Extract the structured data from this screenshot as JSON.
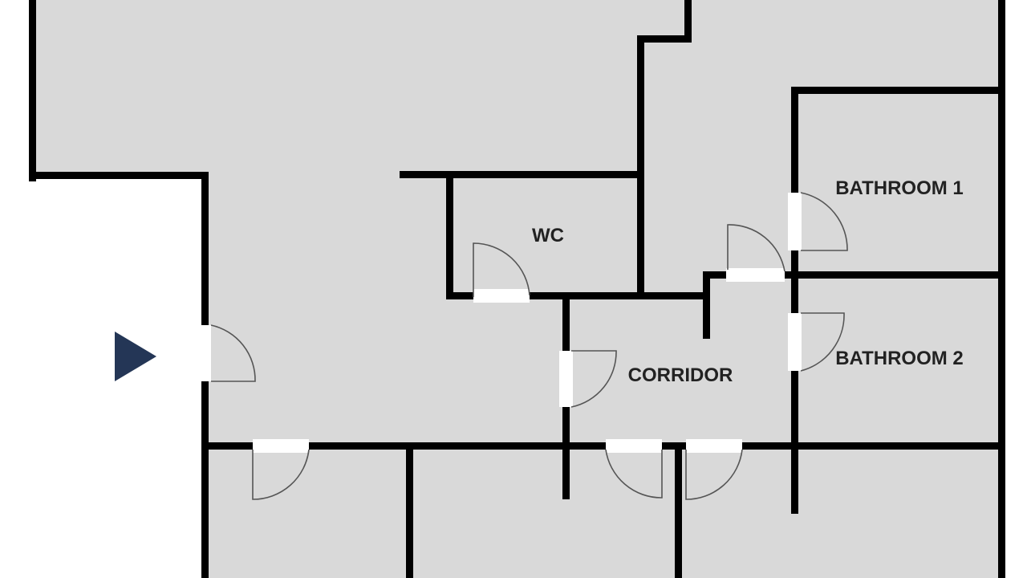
{
  "rooms": {
    "wc": "WC",
    "bathroom1": "BATHROOM 1",
    "bathroom2": "BATHROOM 2",
    "corridor": "CORRIDOR"
  },
  "colors": {
    "floor": "#d9d9d9",
    "wall": "#000000",
    "entrance_arrow": "#243656"
  },
  "icons": {
    "entrance": "play-arrow-icon"
  }
}
